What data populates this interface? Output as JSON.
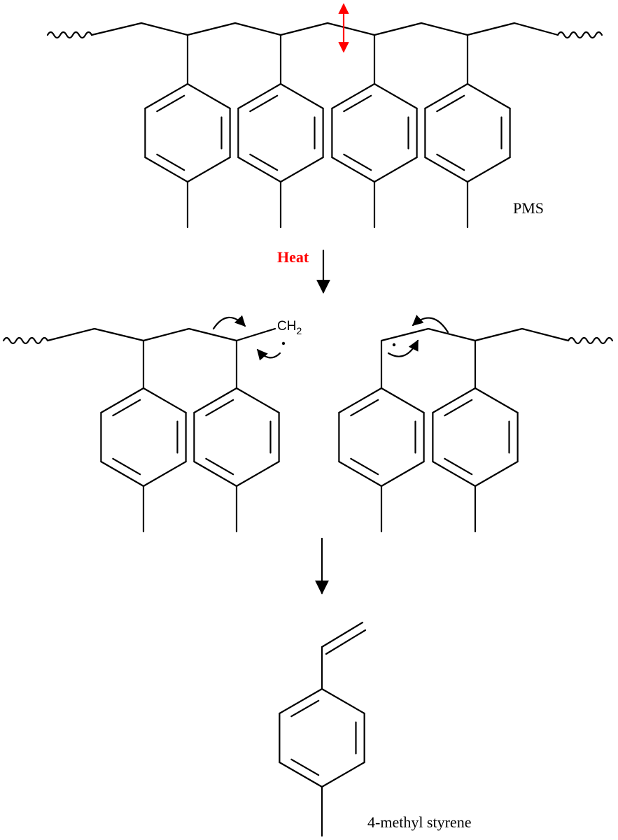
{
  "labels": {
    "polymer": "PMS",
    "condition": "Heat",
    "product": "4-methyl styrene",
    "radical_group": "CH",
    "radical_group_subscript": "2"
  },
  "colors": {
    "ink": "#000000",
    "highlight": "#ff0000"
  }
}
